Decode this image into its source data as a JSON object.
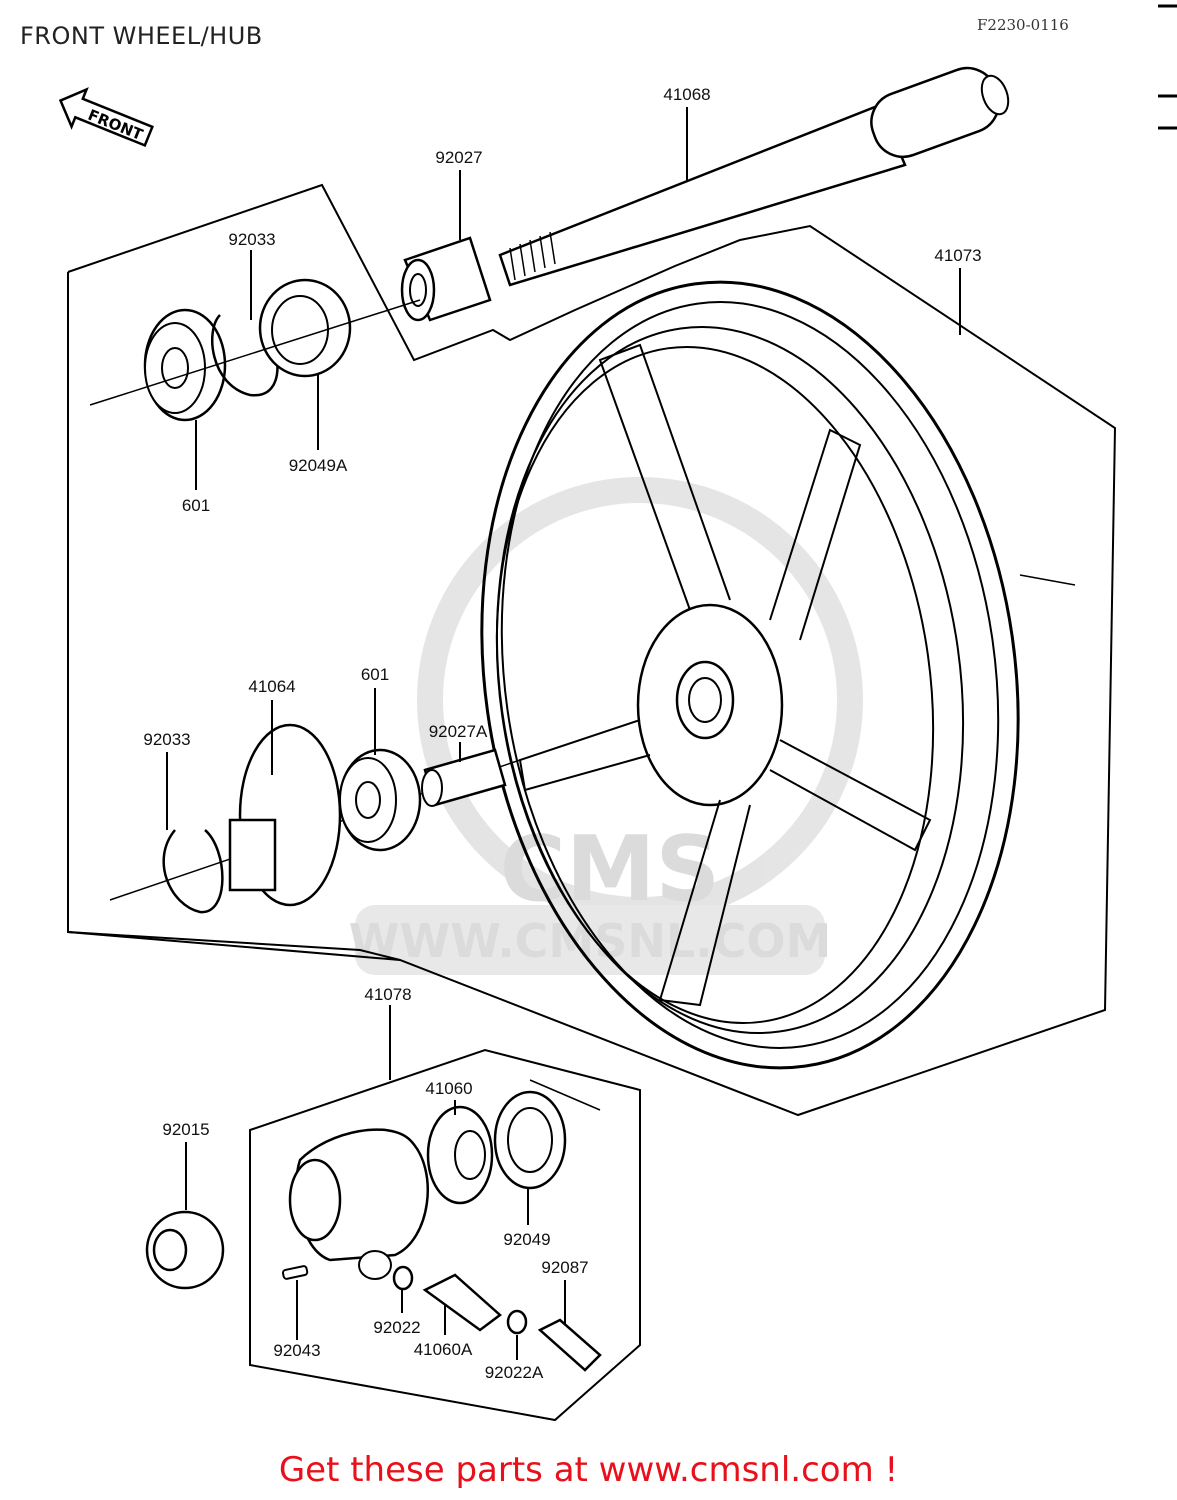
{
  "header": {
    "title": "FRONT WHEEL/HUB",
    "ref_code": "F2230-0116"
  },
  "front_arrow": {
    "text": "FRONT"
  },
  "watermark": {
    "url": "WWW.CMSNL.COM",
    "logo_text": "CMS"
  },
  "parts": {
    "p41068": "41068",
    "p92027": "92027",
    "p41073": "41073",
    "p92033_top": "92033",
    "p92049A": "92049A",
    "p601_top": "601",
    "p41064": "41064",
    "p601_mid": "601",
    "p92027A": "92027A",
    "p92033_mid": "92033",
    "p41078": "41078",
    "p41060": "41060",
    "p92015": "92015",
    "p92049": "92049",
    "p92087": "92087",
    "p92022": "92022",
    "p41060A": "41060A",
    "p92043": "92043",
    "p92022A": "92022A"
  },
  "footer": {
    "text": "Get these parts at www.cmsnl.com !"
  }
}
